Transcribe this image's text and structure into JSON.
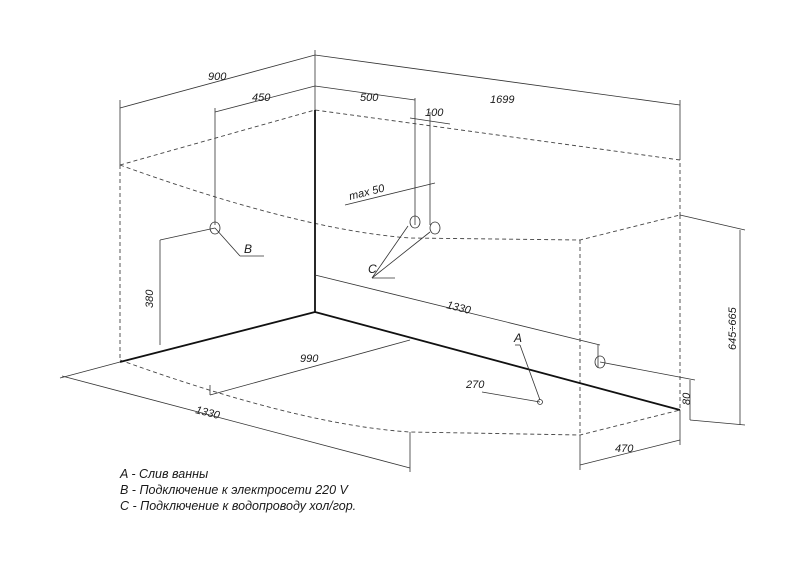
{
  "dimensions": {
    "d900": "900",
    "d450": "450",
    "d500": "500",
    "d100": "100",
    "d1699": "1699",
    "max50": "max 50",
    "d380": "380",
    "d1330_top": "1330",
    "d990": "990",
    "d1330_left": "1330",
    "d270": "270",
    "d645": "645÷665",
    "d80": "80",
    "d470": "470"
  },
  "leaders": {
    "a": "A",
    "b": "B",
    "c": "C"
  },
  "legend": [
    "A - Слив ванны",
    "B - Подключение к электросети 220 V",
    "C - Подключение к водопроводу хол/гор."
  ]
}
